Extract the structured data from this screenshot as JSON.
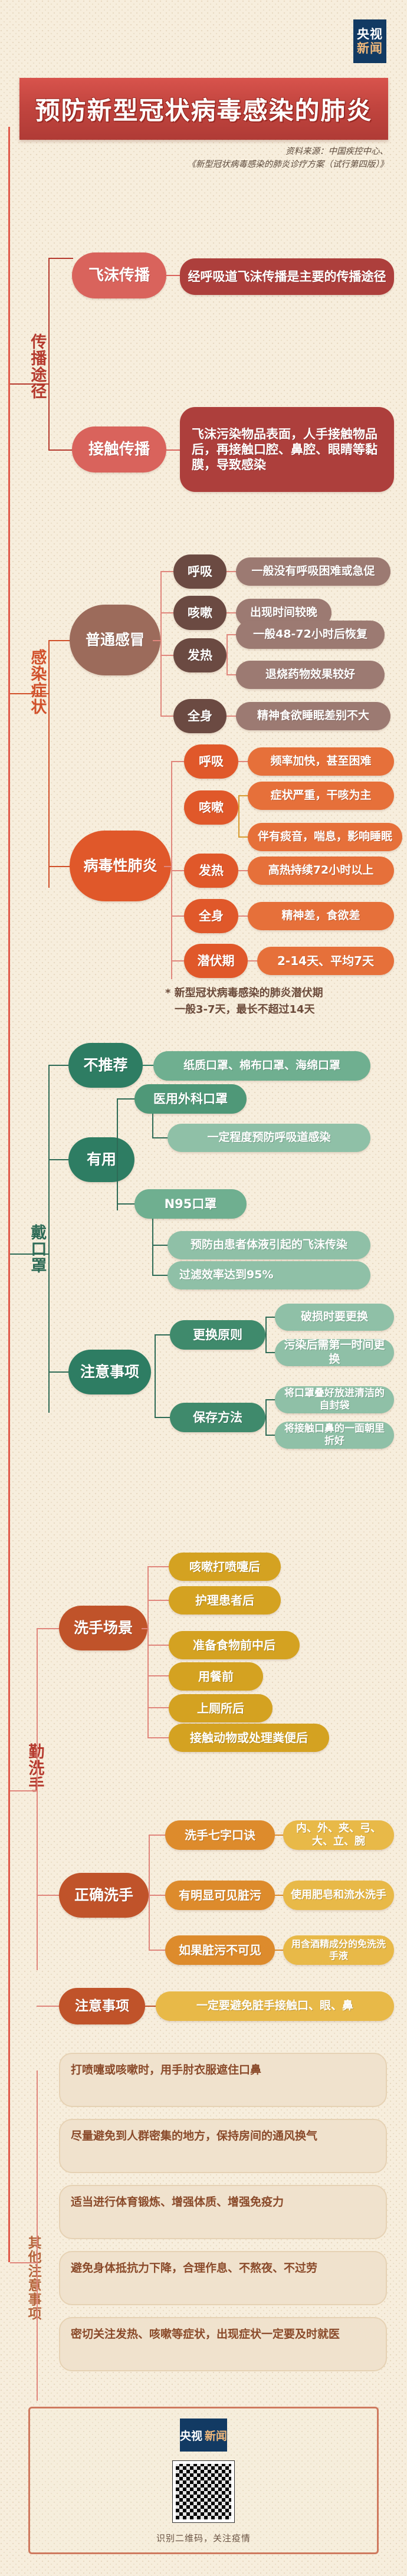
{
  "brand": {
    "line1": "央视",
    "line2": "新闻"
  },
  "header": {
    "title": "预防新型冠状病毒感染的肺炎",
    "source_line1": "资料来源：中国疾控中心、",
    "source_line2": "《新型冠状病毒感染的肺炎诊疗方案（试行第四版）》"
  },
  "sections": {
    "transmission": {
      "label": "传播途径",
      "items": [
        {
          "key": "飞沫传播",
          "values": [
            "经呼吸道飞沫传播是主要的传播途径"
          ]
        },
        {
          "key": "接触传播",
          "values": [
            "飞沫污染物品表面，人手接触物品后，再接触口腔、鼻腔、眼睛等黏膜，导致感染"
          ]
        }
      ]
    },
    "symptoms": {
      "label": "感染症状",
      "common_cold": {
        "name": "普通感冒",
        "rows": [
          {
            "key": "呼吸",
            "values": [
              "一般没有呼吸困难或急促"
            ]
          },
          {
            "key": "咳嗽",
            "values": [
              "出现时间较晚"
            ]
          },
          {
            "key": "发热",
            "values": [
              "一般48-72小时后恢复",
              "退烧药物效果较好"
            ]
          },
          {
            "key": "全身",
            "values": [
              "精神食欲睡眠差别不大"
            ]
          }
        ]
      },
      "viral_pneumonia": {
        "name": "病毒性肺炎",
        "rows": [
          {
            "key": "呼吸",
            "values": [
              "频率加快，甚至困难"
            ]
          },
          {
            "key": "咳嗽",
            "values": [
              "症状严重，干咳为主",
              "伴有痰音，喘息，影响睡眠"
            ]
          },
          {
            "key": "发热",
            "values": [
              "高热持续72小时以上"
            ]
          },
          {
            "key": "全身",
            "values": [
              "精神差，食欲差"
            ]
          },
          {
            "key": "潜伏期",
            "values": [
              "2-14天、平均7天"
            ]
          }
        ]
      },
      "note_line1": "* 新型冠状病毒感染的肺炎潜伏期",
      "note_line2": "一般3-7天，最长不超过14天"
    },
    "mask": {
      "label": "戴口罩",
      "groups": [
        {
          "key": "不推荐",
          "items": [
            {
              "name": "纸质口罩、棉布口罩、海绵口罩",
              "subs": []
            }
          ]
        },
        {
          "key": "有用",
          "items": [
            {
              "name": "医用外科口罩",
              "subs": [
                "一定程度预防呼吸道感染"
              ]
            },
            {
              "name": "N95口罩",
              "subs": [
                "预防由患者体液引起的飞沫传染",
                "过滤效率达到95%"
              ]
            }
          ]
        },
        {
          "key": "注意事项",
          "items": [
            {
              "name": "更换原则",
              "subs": [
                "破损时要更换",
                "污染后需第一时间更换"
              ]
            },
            {
              "name": "保存方法",
              "subs": [
                "将口罩叠好放进清洁的自封袋",
                "将接触口鼻的一面朝里折好"
              ]
            }
          ]
        }
      ]
    },
    "handwash": {
      "label": "勤洗手",
      "scenes": {
        "key": "洗手场景",
        "values": [
          "咳嗽打喷嚏后",
          "护理患者后",
          "准备食物前中后",
          "用餐前",
          "上厕所后",
          "接触动物或处理粪便后"
        ]
      },
      "correct": {
        "key": "正确洗手",
        "rows": [
          {
            "name": "洗手七字口诀",
            "value": "内、外、夹、弓、大、立、腕"
          },
          {
            "name": "有明显可见脏污",
            "value": "使用肥皂和流水洗手"
          },
          {
            "name": "如果脏污不可见",
            "value": "用含酒精成分的免洗洗手液"
          }
        ]
      },
      "notes": {
        "key": "注意事项",
        "value": "一定要避免脏手接触口、眼、鼻"
      }
    },
    "other": {
      "label": "其他注意事项",
      "items": [
        "打喷嚏或咳嗽时，用手肘衣服遮住口鼻",
        "尽量避免到人群密集的地方，保持房间的通风换气",
        "适当进行体育锻炼、增强体质、增强免疫力",
        "避免身体抵抗力下降，合理作息、不熬夜、不过劳",
        "密切关注发热、咳嗽等症状，出现症状一定要及时就医"
      ]
    }
  },
  "footer": {
    "caption": "识别二维码，关注疫情",
    "logo1": "央视",
    "logo2": "新闻"
  }
}
